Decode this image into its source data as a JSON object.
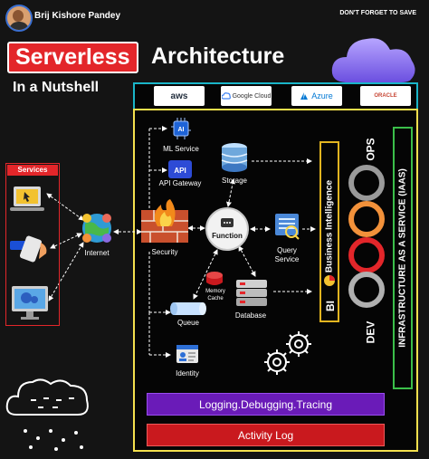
{
  "header": {
    "author": "Brij Kishore Pandey",
    "reminder": "DON'T FORGET TO SAVE"
  },
  "title": {
    "highlight": "Serverless",
    "rest": "Architecture",
    "subtitle": "In a Nutshell"
  },
  "providers": {
    "aws": "aws",
    "gcp": "Google Cloud",
    "azure": "Azure",
    "oracle": "ORACLE"
  },
  "services": {
    "label": "Services"
  },
  "nodes": {
    "internet": "Internet",
    "security": "Security",
    "ml": "ML Service",
    "api": "API Gateway",
    "storage": "Storage",
    "function": "Function",
    "query": "Query Service",
    "memory": "Memory Cache",
    "database": "Database",
    "queue": "Queue",
    "identity": "Identity"
  },
  "side": {
    "bi_short": "BI",
    "bi_long": "Business Intelligence",
    "ops": "OPS",
    "dev": "DEV",
    "iaas": "INFRASTRUCTURE AS A SERVICE (IAAS)"
  },
  "bars": {
    "logging": "Logging.Debugging.Tracing",
    "activity": "Activity Log"
  },
  "colors": {
    "accent_red": "#e3262a",
    "frame_cyan": "#1ab5c8",
    "frame_yellow": "#f4e04d",
    "bi_gold": "#e3b520",
    "iaas_green": "#3bbf4a",
    "logging_purple": "#6a1bb8",
    "activity_red": "#c9191e"
  }
}
